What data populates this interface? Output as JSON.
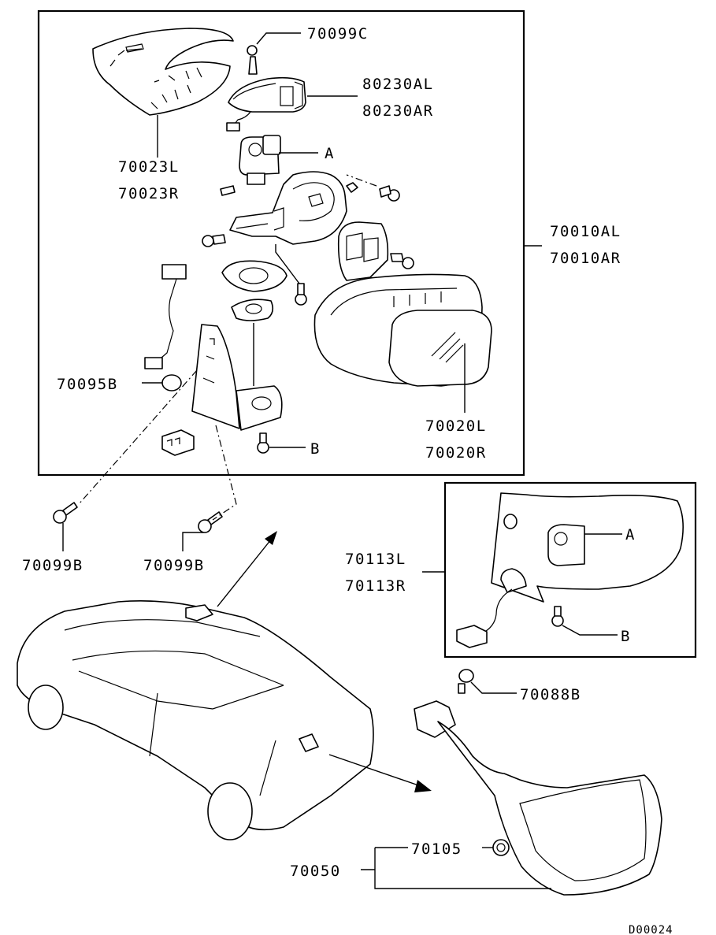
{
  "callouts": {
    "c70099C": "70099C",
    "c80230AL": "80230AL",
    "c80230AR": "80230AR",
    "c70023L": "70023L",
    "c70023R": "70023R",
    "refA_top": "A",
    "c70010AL": "70010AL",
    "c70010AR": "70010AR",
    "c70095B": "70095B",
    "c70020L": "70020L",
    "c70020R": "70020R",
    "refB_top": "B",
    "c70099B_left": "70099B",
    "c70099B_right": "70099B",
    "c70113L": "70113L",
    "c70113R": "70113R",
    "refA_inset": "A",
    "refB_inset": "B",
    "c70088B": "70088B",
    "c70105": "70105",
    "c70050": "70050"
  },
  "diagram_code": "D00024"
}
